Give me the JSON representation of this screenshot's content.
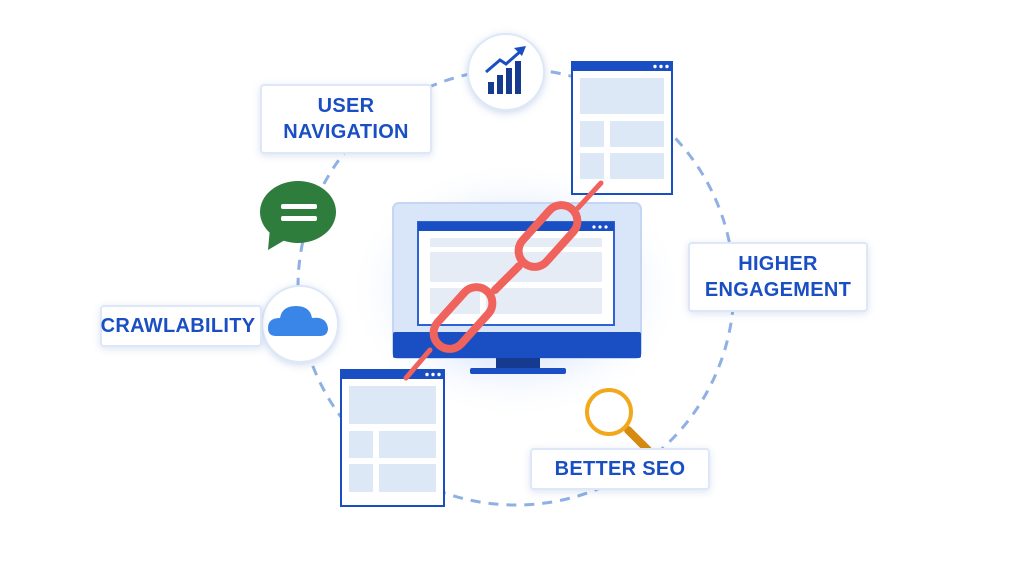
{
  "labels": {
    "user_navigation": [
      "USER",
      "NAVIGATION"
    ],
    "higher_engagement": [
      "HIGHER",
      "ENGAGEMENT"
    ],
    "crawlability": "CRAWLABILITY",
    "better_seo": "BETTER SEO"
  },
  "icons": {
    "growth_chart": "bar-chart-trend-icon",
    "chat": "chat-bubble-icon",
    "cloud": "cloud-icon",
    "search": "magnifier-icon",
    "monitor": "monitor-icon",
    "chain": "chain-link-icon",
    "webpage": "web-page-icon"
  },
  "colors": {
    "brand_blue": "#1a4fc4",
    "circle_dash": "#8fb0e3",
    "chain": "#f0625c",
    "chat_green": "#2e7d3c",
    "cloud_blue": "#3a86e8",
    "magnifier": "#f2a81d",
    "page_panel": "#dde8f7"
  }
}
